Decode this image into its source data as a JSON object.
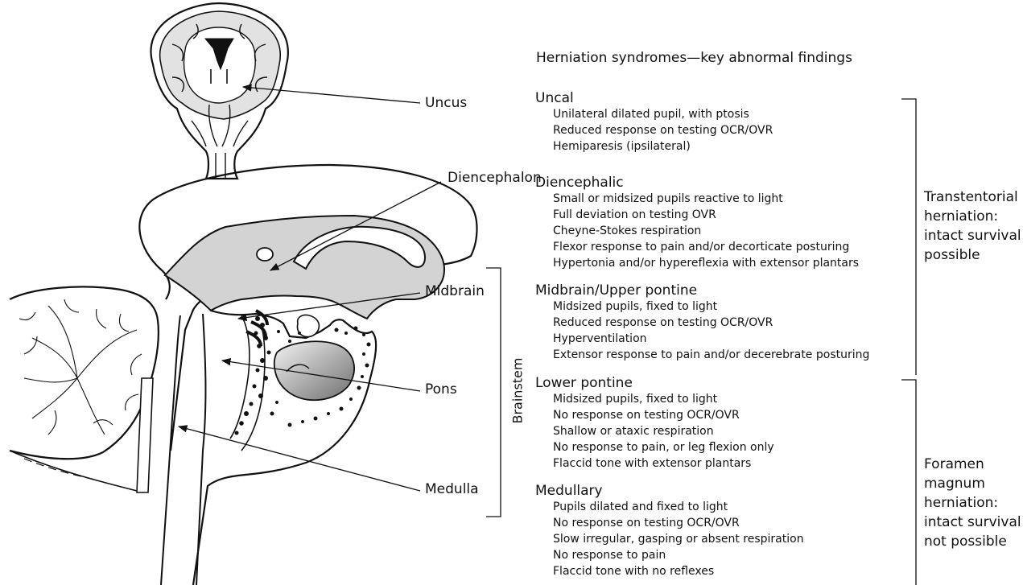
{
  "title": "Herniation syndromes—key abnormal findings",
  "labels": {
    "uncus": "Uncus",
    "diencephalon": "Diencephalon",
    "midbrain": "Midbrain",
    "pons": "Pons",
    "medulla": "Medulla",
    "brainstem": "Brainstem"
  },
  "sections": [
    {
      "heading": "Uncal",
      "findings": [
        "Unilateral dilated pupil, with ptosis",
        "Reduced response on testing OCR/OVR",
        "Hemiparesis (ipsilateral)"
      ]
    },
    {
      "heading": "Diencephalic",
      "findings": [
        "Small or midsized pupils reactive to light",
        "Full deviation on testing OVR",
        "Cheyne-Stokes respiration",
        "Flexor response to pain and/or decorticate posturing",
        "Hypertonia and/or hypereflexia with extensor plantars"
      ]
    },
    {
      "heading": "Midbrain/Upper pontine",
      "findings": [
        "Midsized pupils, fixed to light",
        "Reduced response on testing OCR/OVR",
        "Hyperventilation",
        "Extensor response to pain and/or decerebrate posturing"
      ]
    },
    {
      "heading": "Lower pontine",
      "findings": [
        "Midsized pupils, fixed to light",
        "No response on testing OCR/OVR",
        "Shallow or ataxic respiration",
        "No response to pain, or leg flexion only",
        "Flaccid tone with extensor plantars"
      ]
    },
    {
      "heading": "Medullary",
      "findings": [
        "Pupils dilated and fixed to light",
        "No response on testing OCR/OVR",
        "Slow irregular, gasping or absent respiration",
        "No response to pain",
        "Flaccid tone with no reflexes"
      ]
    }
  ],
  "groups": {
    "transtentorial": "Transtentorial herniation: intact survival possible",
    "foramen": "Foramen magnum herniation: intact survival not possible"
  }
}
